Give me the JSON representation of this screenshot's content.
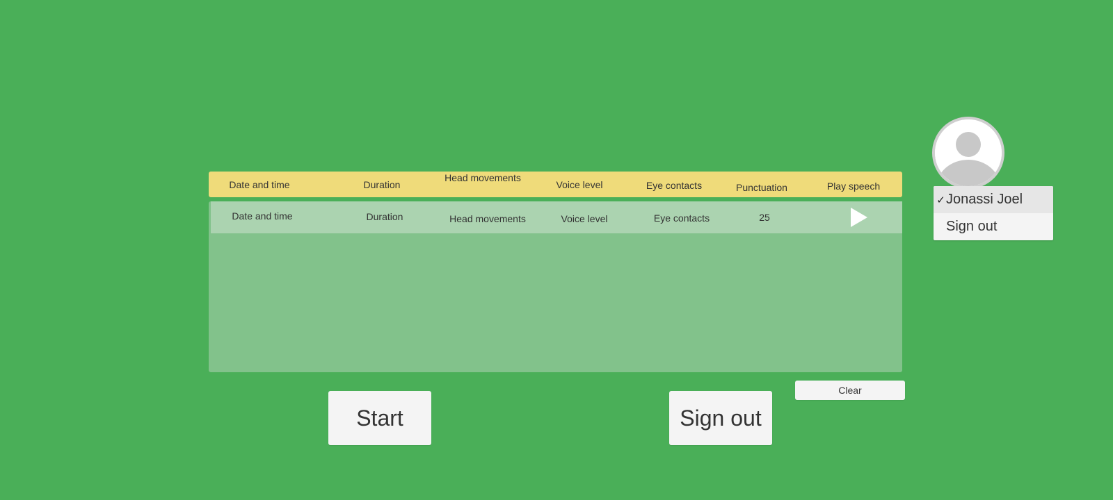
{
  "table": {
    "headers": {
      "date_time": "Date and time",
      "duration": "Duration",
      "head_movements": "Head movements",
      "voice_level": "Voice level",
      "eye_contacts": "Eye contacts",
      "punctuation": "Punctuation",
      "play_speech": "Play speech"
    },
    "rows": [
      {
        "date_time": "Date and time",
        "duration": "Duration",
        "head_movements": "Head movements",
        "voice_level": "Voice level",
        "eye_contacts": "Eye contacts",
        "punctuation": "25",
        "play_icon": "play-icon"
      }
    ]
  },
  "buttons": {
    "start": "Start",
    "sign_out": "Sign out",
    "clear": "Clear"
  },
  "user_menu": {
    "avatar_icon": "user-avatar-icon",
    "items": [
      {
        "label": "Jonassi Joel",
        "selected": true,
        "check_icon": "✓"
      },
      {
        "label": "Sign out",
        "selected": false
      }
    ]
  },
  "colors": {
    "background": "#4aaf58",
    "header_bar": "#efdb7a",
    "table_body": "#82c28b",
    "selected_row": "#abd3b0",
    "button": "#f4f4f4"
  }
}
